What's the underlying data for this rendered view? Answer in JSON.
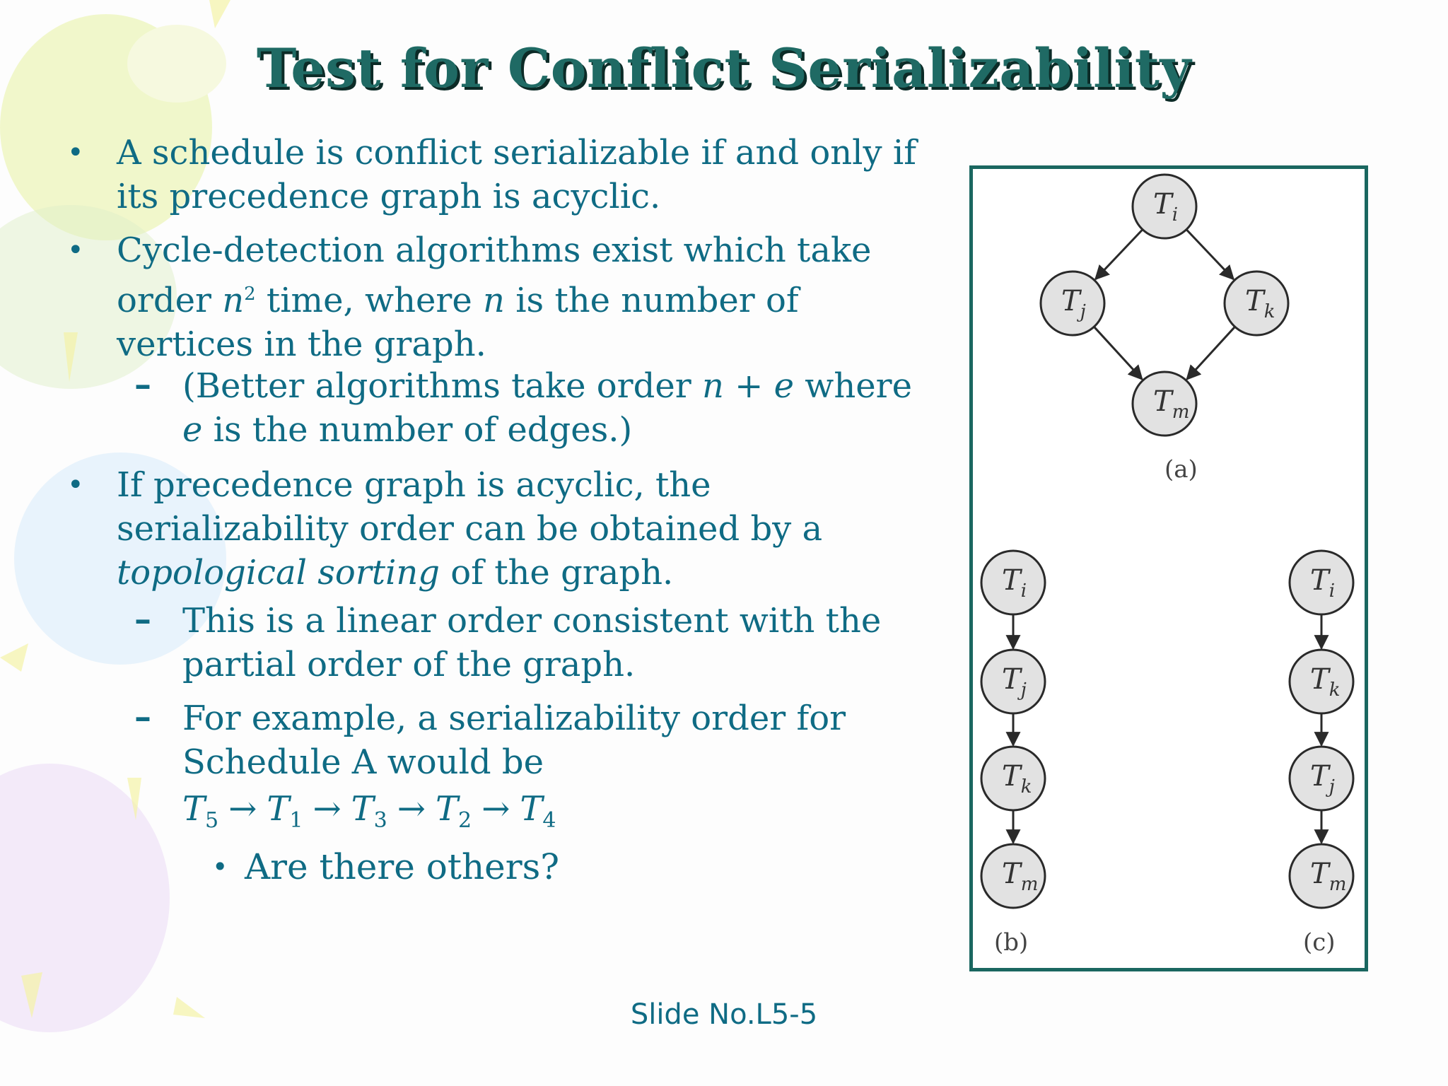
{
  "slide": {
    "title": "Test for Conflict Serializability",
    "footer": "Slide No.L5-5"
  },
  "bullets": {
    "b1": {
      "text": "A schedule is conflict serializable if and only if its precedence graph is acyclic."
    },
    "b2": {
      "part1": "Cycle-detection algorithms exist which take order ",
      "n": "n",
      "sup": "2",
      "part2": " time, where ",
      "n2": "n",
      "part3": " is the number of vertices in the graph."
    },
    "b2_sub1": {
      "part1": "(Better algorithms take order ",
      "n": "n",
      "plus": " + ",
      "e": "e",
      "part2": " where ",
      "e2": "e",
      "part3": " is the number of edges.)"
    },
    "b3": {
      "part1": "If precedence graph is acyclic, the serializability order can be obtained by a ",
      "italic": "topological sorting",
      "part2": " of the graph."
    },
    "b3_sub1": {
      "text": " This is a linear order consistent with the partial order of the graph."
    },
    "b3_sub2": {
      "text": "For example, a serializability order for Schedule A would be",
      "order": [
        {
          "t": "T",
          "sub": "5"
        },
        {
          "t": "T",
          "sub": "1"
        },
        {
          "t": "T",
          "sub": "3"
        },
        {
          "t": "T",
          "sub": "2"
        },
        {
          "t": "T",
          "sub": "4"
        }
      ],
      "arrow": "→"
    },
    "b3_sub2_sub1": {
      "text": "Are there others?"
    },
    "markers": {
      "bullet": "•",
      "dash": "–"
    }
  },
  "figure": {
    "captions": {
      "a": "(a)",
      "b": "(b)",
      "c": "(c)"
    },
    "node_labels": {
      "i": {
        "t": "T",
        "sub": "i"
      },
      "j": {
        "t": "T",
        "sub": "j"
      },
      "k": {
        "t": "T",
        "sub": "k"
      },
      "m": {
        "t": "T",
        "sub": "m"
      }
    }
  }
}
